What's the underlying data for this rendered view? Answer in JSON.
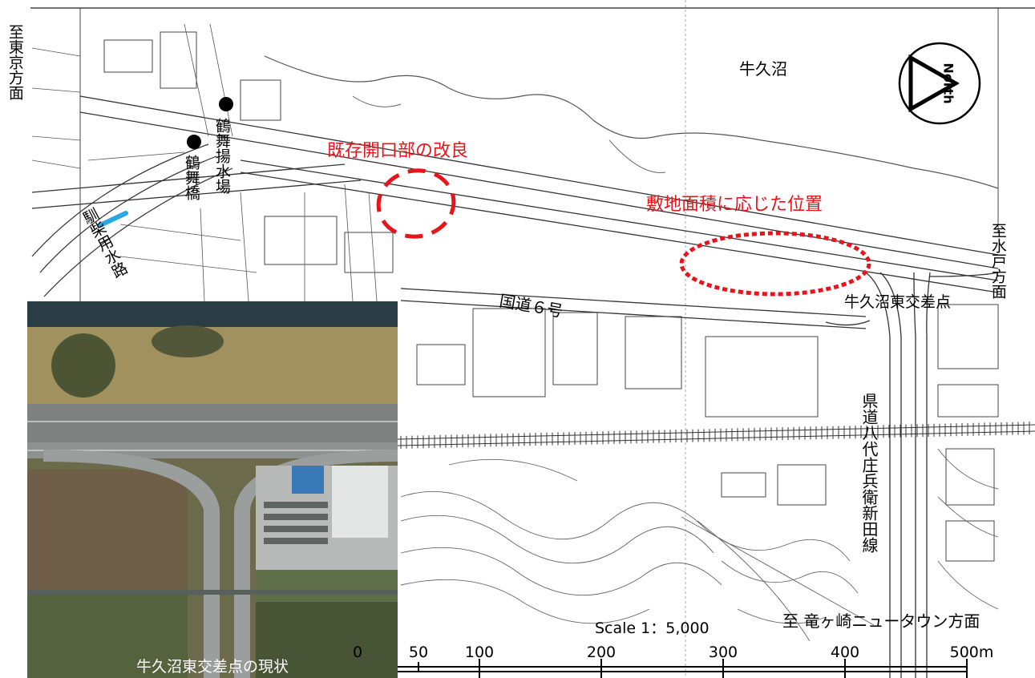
{
  "labels": {
    "ushiku_numa": "牛久沼",
    "to_tokyo": "至東京方面",
    "to_mito": "至水戸方面",
    "tsurumai_pump": "鶴舞揚水場",
    "tsurumai_bridge": "鶴舞橋",
    "channel": "馴柴用水路",
    "route6": "国道６号",
    "intersection": "牛久沼東交差点",
    "prefectural_road": "県道八代庄兵衛新田線",
    "to_ryugasaki": "至 竜ヶ崎ニュータウン方面",
    "improve_opening": "既存開口部の改良",
    "site_position": "敷地面積に応じた位置",
    "north": "North",
    "photo_caption": "牛久沼東交差点の現状"
  },
  "scale": {
    "title": "Scale 1：5,000",
    "ticks": [
      "0",
      "50",
      "100",
      "200",
      "300",
      "400",
      "500m"
    ],
    "tick_values": [
      0,
      50,
      100,
      200,
      300,
      400,
      500
    ]
  },
  "colors": {
    "annotation": "#e8141c",
    "channel_marker": "#2aa7e0",
    "linework": "#333333"
  }
}
